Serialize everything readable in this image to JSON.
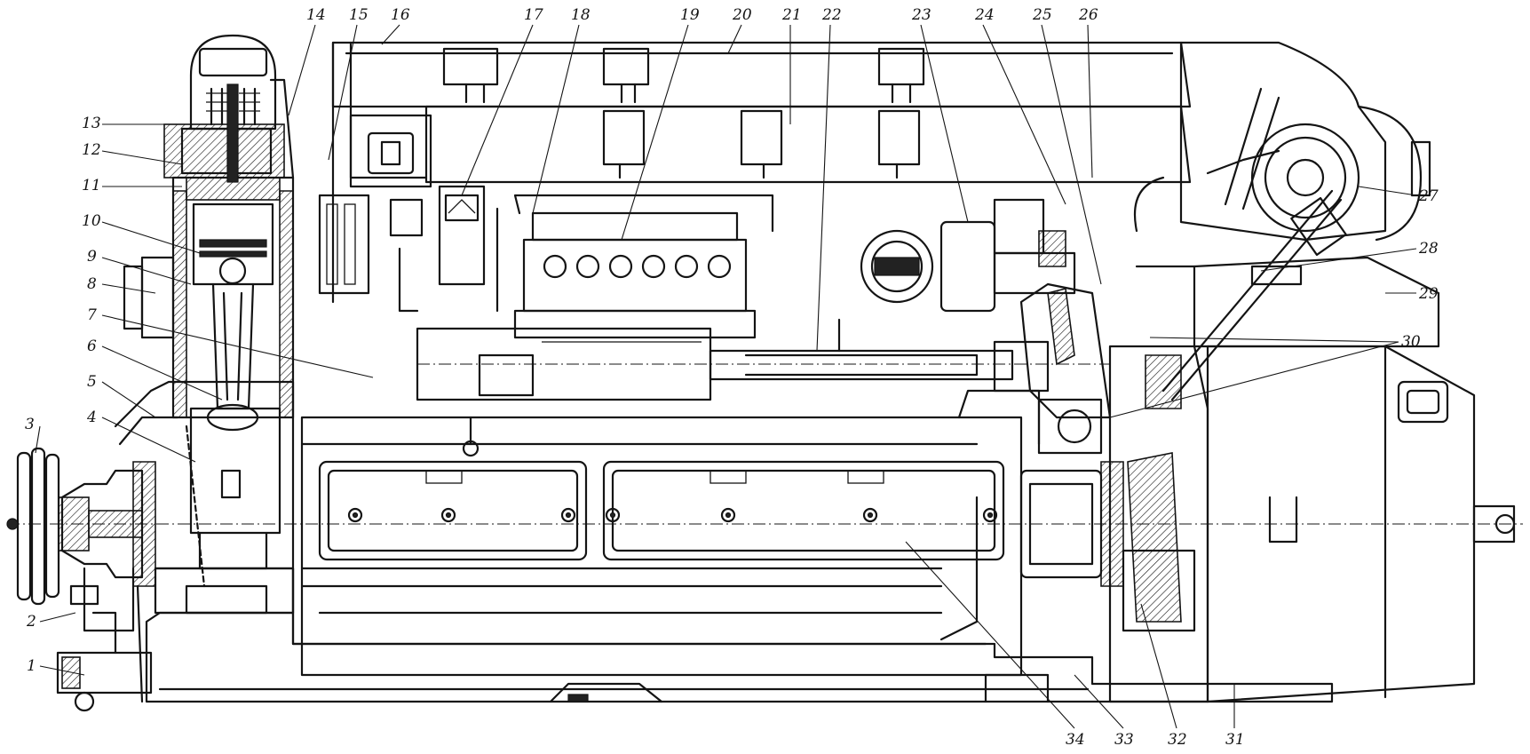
{
  "callouts": [
    {
      "n": "1"
    },
    {
      "n": "2"
    },
    {
      "n": "3"
    },
    {
      "n": "4"
    },
    {
      "n": "5"
    },
    {
      "n": "6"
    },
    {
      "n": "7"
    },
    {
      "n": "8"
    },
    {
      "n": "9"
    },
    {
      "n": "10"
    },
    {
      "n": "11"
    },
    {
      "n": "12"
    },
    {
      "n": "13"
    },
    {
      "n": "14"
    },
    {
      "n": "15"
    },
    {
      "n": "16"
    },
    {
      "n": "17"
    },
    {
      "n": "18"
    },
    {
      "n": "19"
    },
    {
      "n": "20"
    },
    {
      "n": "21"
    },
    {
      "n": "22"
    },
    {
      "n": "23"
    },
    {
      "n": "24"
    },
    {
      "n": "25"
    },
    {
      "n": "26"
    },
    {
      "n": "27"
    },
    {
      "n": "28"
    },
    {
      "n": "29"
    },
    {
      "n": "30"
    },
    {
      "n": "31"
    },
    {
      "n": "32"
    },
    {
      "n": "33"
    },
    {
      "n": "34"
    }
  ]
}
